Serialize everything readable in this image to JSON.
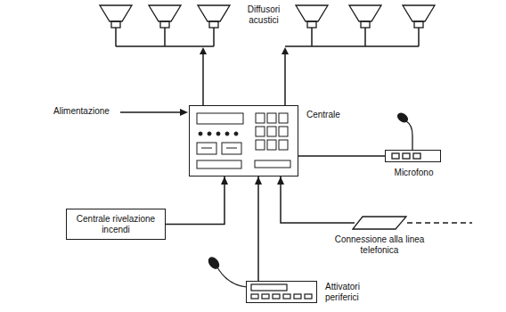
{
  "diagram": {
    "nodes": [
      {
        "text": [
          "Centrale"
        ]
      },
      {
        "text": [
          "Microfono"
        ]
      },
      {
        "text": [
          "Centrale rivelazione incendi"
        ]
      },
      {
        "text": [
          "Connessione alla linea telefonica"
        ]
      },
      {
        "text": [
          "Attivatori periferici"
        ]
      }
    ],
    "edges": [
      {
        "from": 1,
        "to": 0,
        "arrow": "none"
      },
      {
        "from": 2,
        "to": 0,
        "arrow": "to"
      },
      {
        "from": 3,
        "to": 0,
        "arrow": "to"
      },
      {
        "from": 4,
        "to": 0,
        "arrow": "to"
      }
    ],
    "labels": [
      "Diffusori acustici",
      "Alimentazione"
    ]
  }
}
